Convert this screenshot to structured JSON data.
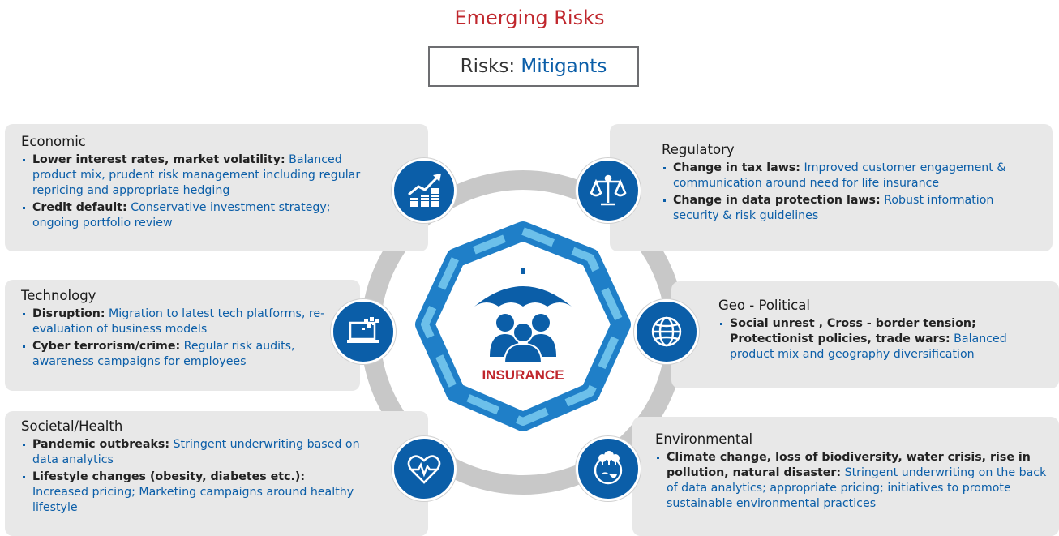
{
  "title": "Emerging Risks",
  "legend": {
    "risks": "Risks:",
    "mitigants": "Mitigants"
  },
  "center": {
    "label": "INSURANCE"
  },
  "colors": {
    "title_red": "#c0272d",
    "mitigant_blue": "#0b5ea8",
    "card_gray": "#e8e8e8",
    "ring_gray": "#c8c8c8"
  },
  "categories": [
    {
      "id": "economic",
      "title": "Economic",
      "icon": "growth-chart-coins-icon",
      "items": [
        {
          "risk": "Lower interest rates, market volatility:",
          "mitigant": "Balanced product mix, prudent risk management including regular repricing and appropriate hedging"
        },
        {
          "risk": "Credit default:",
          "mitigant": "Conservative investment strategy; ongoing portfolio review"
        }
      ]
    },
    {
      "id": "technology",
      "title": "Technology",
      "icon": "laptop-digital-icon",
      "items": [
        {
          "risk": "Disruption:",
          "mitigant": "Migration to latest tech platforms, re-evaluation of business models"
        },
        {
          "risk": "Cyber terrorism/crime:",
          "mitigant": "Regular risk audits, awareness campaigns for employees"
        }
      ]
    },
    {
      "id": "societal",
      "title": "Societal/Health",
      "icon": "heart-pulse-icon",
      "items": [
        {
          "risk": "Pandemic outbreaks:",
          "mitigant": "Stringent underwriting based on data analytics"
        },
        {
          "risk": "Lifestyle changes (obesity, diabetes etc.):",
          "mitigant": "Increased pricing; Marketing campaigns around healthy lifestyle"
        }
      ]
    },
    {
      "id": "regulatory",
      "title": "Regulatory",
      "icon": "scales-icon",
      "items": [
        {
          "risk": "Change in tax laws:",
          "mitigant": "Improved customer engagement & communication around need for life insurance"
        },
        {
          "risk": "Change in data protection laws:",
          "mitigant": "Robust information security & risk guidelines"
        }
      ]
    },
    {
      "id": "geopolitical",
      "title": "Geo - Political",
      "icon": "globe-icon",
      "items": [
        {
          "risk": "Social unrest , Cross - border tension; Protectionist policies, trade wars:",
          "mitigant": "Balanced product mix and geography diversification"
        }
      ]
    },
    {
      "id": "environmental",
      "title": "Environmental",
      "icon": "earth-trees-icon",
      "items": [
        {
          "risk": "Climate change, loss of biodiversity, water crisis, rise in pollution, natural disaster:",
          "mitigant": "Stringent underwriting on the back of data analytics; appropriate pricing; initiatives to promote sustainable environmental practices"
        }
      ]
    }
  ]
}
